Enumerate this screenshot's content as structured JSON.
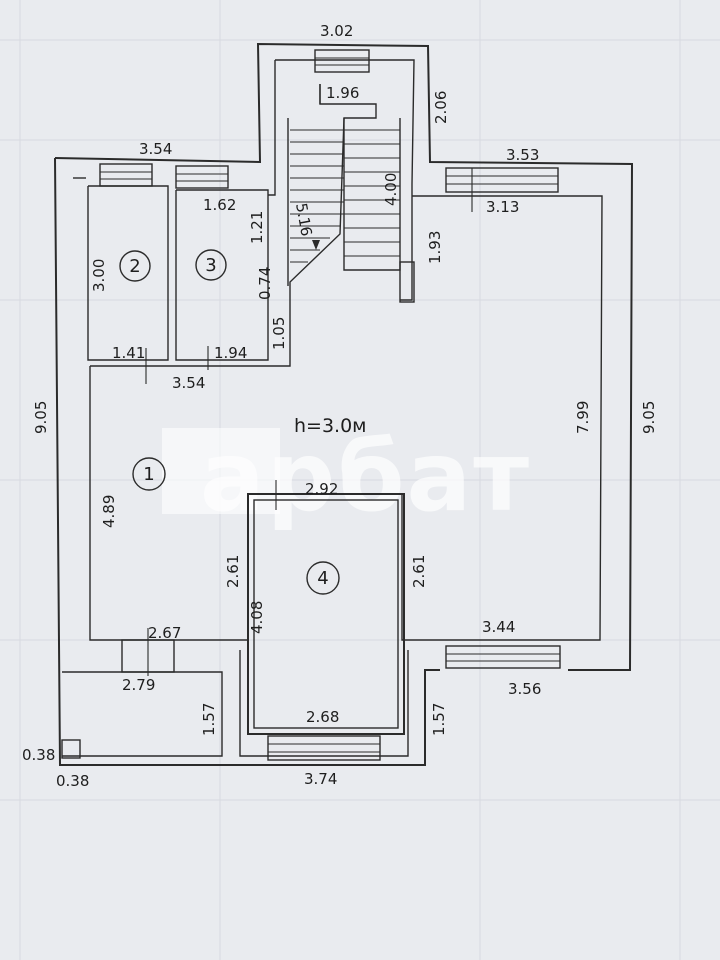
{
  "plan": {
    "height_label": "h=3.0м",
    "watermark": "арбат",
    "rooms": [
      "1",
      "2",
      "3",
      "4"
    ],
    "dims": {
      "stair_top_width": "3.02",
      "stair_inner_width": "1.96",
      "stair_side": "2.06",
      "stair_run": "4.00",
      "stair_slope": "5.16",
      "left_top": "3.54",
      "right_top": "3.53",
      "right_inner_top": "3.13",
      "room3_top": "1.62",
      "room3_side": "1.21",
      "room2_height": "3.00",
      "stair_gap": "0.74",
      "stair_low": "1.05",
      "right_stair_side": "1.93",
      "room2_bottom": "1.41",
      "room3_bottom": "1.94",
      "corridor_width": "3.54",
      "left_total": "9.05",
      "right_total": "9.05",
      "right_inner": "7.99",
      "room1_side": "4.89",
      "room4_top": "2.92",
      "room4_left_upper": "2.61",
      "room4_right": "2.61",
      "room4_left_full": "4.08",
      "bottom_left_top": "2.67",
      "bottom_left_bottom": "2.79",
      "bottom_right_inner": "3.44",
      "bottom_right_outer": "3.56",
      "porch_left_side": "1.57",
      "porch_right_side": "1.57",
      "room4_bottom": "2.68",
      "bottom_total": "3.74",
      "column_h": "0.38",
      "column_w": "0.38"
    }
  }
}
